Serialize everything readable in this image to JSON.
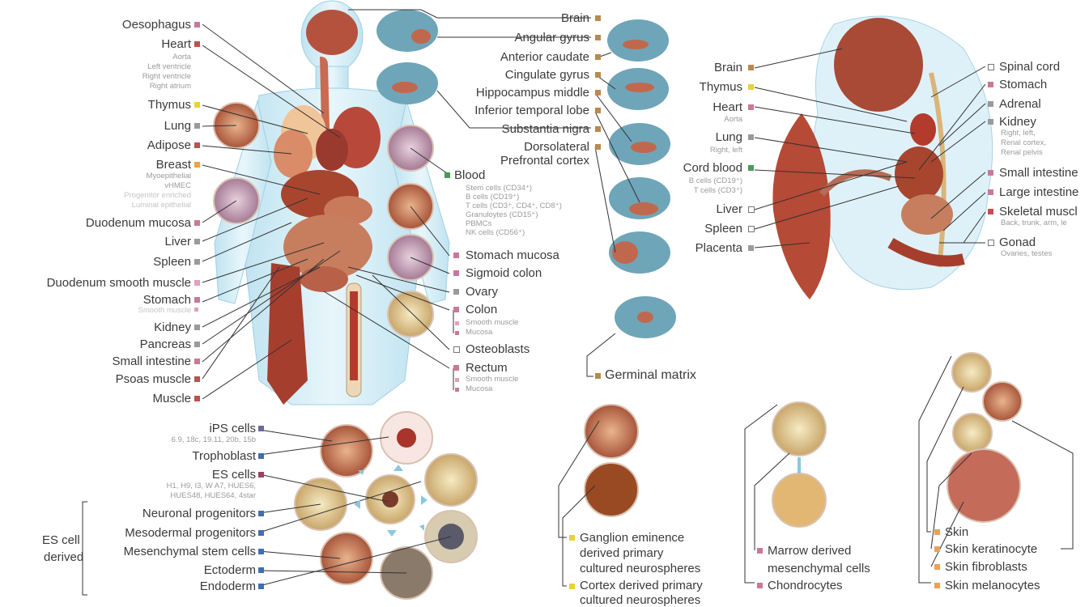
{
  "colors": {
    "pink": "#c9789a",
    "red": "#c0504d",
    "orange": "#f0a050",
    "yellow": "#e8d23a",
    "gray": "#9a9a9a",
    "brown": "#b88a4e",
    "green": "#4a9a5a",
    "blue": "#3f6fb0",
    "purple": "#6b6b9a",
    "maroon": "#a0405a",
    "lightpink": "#e0a0c0"
  },
  "adult": {
    "oesophagus": "Oesophagus",
    "heart": "Heart",
    "heart_subs": [
      "Aorta",
      "Left ventricle",
      "Right ventricle",
      "Right atrium"
    ],
    "thymus": "Thymus",
    "lung": "Lung",
    "adipose": "Adipose",
    "breast": "Breast",
    "breast_subs": [
      "Myoepithelial",
      "vHMEC"
    ],
    "breast_subs_light": [
      "Progenitor enriched",
      "Luminal epithelial"
    ],
    "duodenum_mucosa": "Duodenum mucosa",
    "liver": "Liver",
    "spleen": "Spleen",
    "duodenum_smooth_muscle": "Duodenum smooth muscle",
    "stomach": "Stomach",
    "stomach_sub": "Smooth muscle",
    "kidney": "Kidney",
    "pancreas": "Pancreas",
    "small_intestine": "Small intestine",
    "psoas_muscle": "Psoas muscle",
    "muscle": "Muscle",
    "blood": "Blood",
    "blood_subs": [
      "Stem cells (CD34⁺)",
      "B cells (CD19⁺)",
      "T cells (CD3⁺, CD4⁺, CD8⁺)",
      "Granuloytes (CD15⁺)",
      "PBMCs",
      "NK cells (CD56⁺)"
    ],
    "stomach_mucosa": "Stomach mucosa",
    "sigmoid_colon": "Sigmoid colon",
    "ovary": "Ovary",
    "colon": "Colon",
    "colon_subs": [
      "Smooth muscle",
      "Mucosa"
    ],
    "osteoblasts": "Osteoblasts",
    "rectum": "Rectum",
    "rectum_subs": [
      "Smooth muscle",
      "Mucosa"
    ]
  },
  "brain": {
    "brain": "Brain",
    "angular_gyrus": "Angular gyrus",
    "anterior_caudate": "Anterior caudate",
    "cingulate_gyrus": "Cingulate gyrus",
    "hippocampus_middle": "Hippocampus middle",
    "inferior_temporal_lobe": "Inferior temporal lobe",
    "substantia_nigra": "Substantia nigra",
    "dorsolateral": "Dorsolateral",
    "prefrontal_cortex": "Prefrontal cortex",
    "germinal_matrix": "Germinal matrix"
  },
  "fetal": {
    "brain": "Brain",
    "thymus": "Thymus",
    "heart": "Heart",
    "heart_sub": "Aorta",
    "lung": "Lung",
    "lung_sub": "Right, left",
    "cord_blood": "Cord blood",
    "cord_blood_subs": [
      "B cells (CD19⁺)",
      "T cells (CD3⁺)"
    ],
    "liver": "Liver",
    "spleen": "Spleen",
    "placenta": "Placenta",
    "spinal_cord": "Spinal cord",
    "stomach": "Stomach",
    "adrenal": "Adrenal",
    "kidney": "Kidney",
    "kidney_subs": [
      "Right, left,",
      "Renal cortex,",
      "Renal pelvis"
    ],
    "small_intestine": "Small intestine",
    "large_intestine": "Large intestine",
    "skeletal_muscle": "Skeletal muscl",
    "skeletal_muscle_sub": "Back, trunk, arm, le",
    "gonad": "Gonad",
    "gonad_sub": "Ovaries, testes"
  },
  "cells": {
    "ips_cells": "iPS cells",
    "ips_subs": [
      "6.9, 18c, 19.11, 20b, 15b"
    ],
    "trophoblast": "Trophoblast",
    "es_cells": "ES cells",
    "es_subs": [
      "H1, H9, I3, W A7, HUES6,",
      "HUES48, HUES64, 4star"
    ],
    "es_cell_derived": [
      "ES cell",
      "derived"
    ],
    "neuronal_progenitors": "Neuronal progenitors",
    "mesodermal_progenitors": "Mesodermal progenitors",
    "mesenchymal_stem_cells": "Mesenchymal stem cells",
    "ectoderm": "Ectoderm",
    "endoderm": "Endoderm"
  },
  "neuro": {
    "ganglion": [
      "Ganglion eminence",
      "derived primary",
      "cultured neurospheres"
    ],
    "cortex": [
      "Cortex derived primary",
      "cultured neurospheres"
    ]
  },
  "marrow": {
    "marrow_derived": [
      "Marrow derived",
      "mesenchymal cells"
    ],
    "chondrocytes": "Chondrocytes"
  },
  "skin": {
    "skin": "Skin",
    "skin_keratinocyte": "Skin keratinocyte",
    "skin_fibroblasts": "Skin fibroblasts",
    "skin_melanocytes": "Skin melanocytes"
  }
}
